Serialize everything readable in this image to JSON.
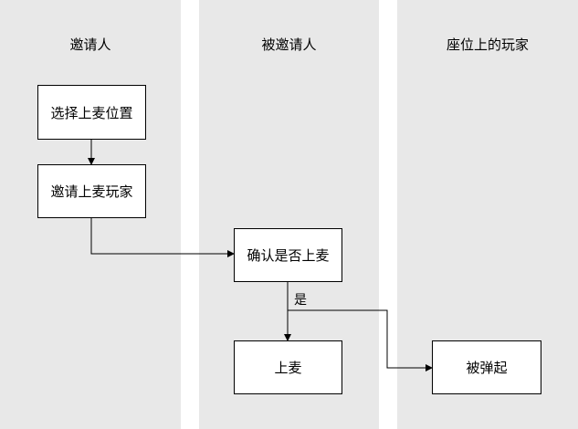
{
  "lanes": [
    {
      "title": "邀请人"
    },
    {
      "title": "被邀请人"
    },
    {
      "title": "座位上的玩家"
    }
  ],
  "nodes": {
    "choose_seat": "选择上麦位置",
    "invite_player": "邀请上麦玩家",
    "confirm": "确认是否上麦",
    "go_on_mic": "上麦",
    "bumped": "被弹起"
  },
  "edges": {
    "yes_label": "是"
  }
}
